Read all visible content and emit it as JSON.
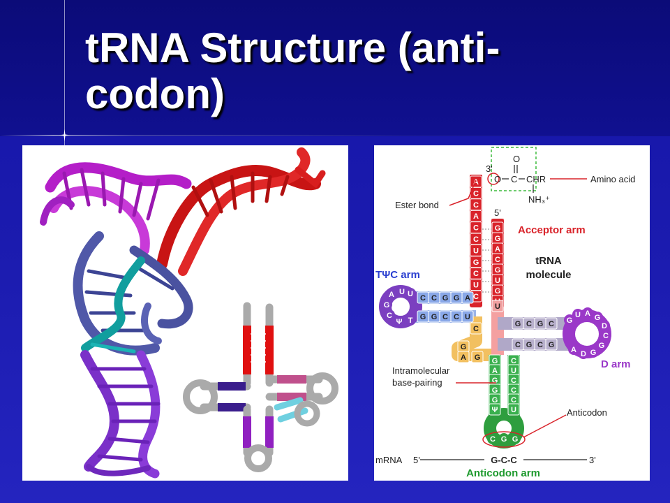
{
  "slide": {
    "title": "tRNA Structure (anti-codon)"
  },
  "diagram": {
    "labels": {
      "three_prime": "3'",
      "five_prime": "5'",
      "ester_bond": "Ester bond",
      "amino_acid": "Amino acid",
      "chem_o": "O",
      "chem_o2": "O",
      "chem_c": "C",
      "chem_chr": "CHR",
      "chem_nh3": "NH₃⁺",
      "acceptor_arm": "Acceptor arm",
      "trna_molecule_1": "tRNA",
      "trna_molecule_2": "molecule",
      "tpsic_arm": "TΨC arm",
      "d_arm": "D arm",
      "intramolecular_1": "Intramolecular",
      "intramolecular_2": "base-pairing",
      "anticodon": "Anticodon",
      "mrna": "mRNA",
      "mrna_five": "5'",
      "mrna_three": "3'",
      "mrna_codon": "G-C-C",
      "anticodon_arm": "Anticodon arm"
    },
    "acceptor_left": [
      "A",
      "C",
      "C",
      "A",
      "C",
      "C",
      "U",
      "G",
      "C",
      "U",
      "C"
    ],
    "acceptor_right": [
      "G",
      "G",
      "A",
      "C",
      "G",
      "U",
      "G",
      "U"
    ],
    "tpsic_top": [
      "C",
      "C",
      "G",
      "G",
      "A"
    ],
    "tpsic_bottom": [
      "G",
      "G",
      "C",
      "C",
      "U"
    ],
    "tpsic_loop": [
      "U",
      "U",
      "A",
      "G",
      "C",
      "Ψ",
      "T"
    ],
    "d_top": [
      "G",
      "C",
      "G",
      "C"
    ],
    "d_bottom": [
      "C",
      "G",
      "C",
      "G"
    ],
    "d_loop": [
      "G",
      "U",
      "A",
      "G",
      "D",
      "C",
      "G",
      "G",
      "D",
      "A"
    ],
    "anticodon_left": [
      "G",
      "A",
      "G",
      "G",
      "G",
      "Ψ"
    ],
    "anticodon_right": [
      "C",
      "U",
      "C",
      "C",
      "C",
      "U"
    ],
    "anticodon_bases": [
      "C",
      "G",
      "G"
    ],
    "junction": [
      "U",
      "C",
      "G",
      "A",
      "G"
    ]
  },
  "colors": {
    "acceptor": "#d9232a",
    "tpsic": "#7b3fc0",
    "d_arm": "#9a38c8",
    "anticodon": "#2e9e3e",
    "title": "#ffffff"
  }
}
